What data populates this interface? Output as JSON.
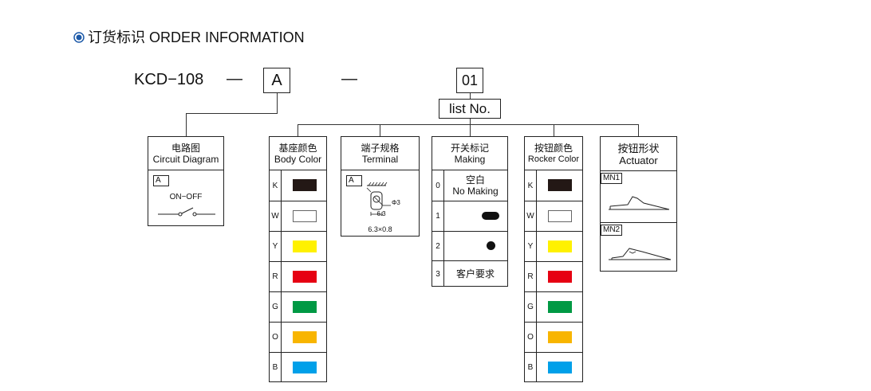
{
  "section": {
    "title": "订货标识 ORDER INFORMATION"
  },
  "model": {
    "prefix": "KCD−108",
    "dash": "—",
    "code_a": "A",
    "code_01": "01",
    "list_label": "list No."
  },
  "circuit": {
    "title_cn": "电路图",
    "title_en": "Circuit Diagram",
    "option": "A",
    "label": "ON−OFF"
  },
  "body_color": {
    "title_cn": "基座颜色",
    "title_en": "Body Color",
    "rows": [
      {
        "code": "K",
        "color": "#231815"
      },
      {
        "code": "W",
        "color": "#ffffff"
      },
      {
        "code": "Y",
        "color": "#fff100"
      },
      {
        "code": "R",
        "color": "#e60012"
      },
      {
        "code": "G",
        "color": "#009944"
      },
      {
        "code": "O",
        "color": "#f8b500"
      },
      {
        "code": "B",
        "color": "#00a0e9"
      }
    ]
  },
  "terminal": {
    "title_cn": "端子规格",
    "title_en": "Terminal",
    "option": "A",
    "dim_hole": "Φ3",
    "dim_width": "6.3",
    "size": "6.3×0.8"
  },
  "making": {
    "title_cn": "开关标记",
    "title_en": "Making",
    "rows": [
      {
        "code": "0",
        "text_cn": "空白",
        "text_en": "No Making"
      },
      {
        "code": "1",
        "symbol": "bar"
      },
      {
        "code": "2",
        "symbol": "dot"
      },
      {
        "code": "3",
        "text_cn": "客户要求"
      }
    ]
  },
  "rocker_color": {
    "title_cn": "按钮颜色",
    "title_en": "Rocker Color",
    "rows": [
      {
        "code": "K",
        "color": "#231815"
      },
      {
        "code": "W",
        "color": "#ffffff"
      },
      {
        "code": "Y",
        "color": "#fff100"
      },
      {
        "code": "R",
        "color": "#e60012"
      },
      {
        "code": "G",
        "color": "#009944"
      },
      {
        "code": "O",
        "color": "#f8b500"
      },
      {
        "code": "B",
        "color": "#00a0e9"
      }
    ]
  },
  "actuator": {
    "title_cn": "按钮形状",
    "title_en": "Actuator",
    "rows": [
      {
        "code": "MN1"
      },
      {
        "code": "MN2"
      }
    ]
  }
}
